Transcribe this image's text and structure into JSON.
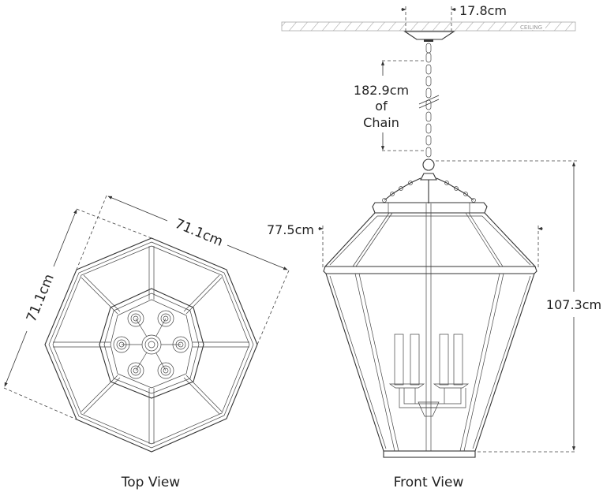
{
  "dimensions": {
    "canopy_width": "17.8cm",
    "ceiling_label": "CEILING",
    "chain_length": "182.9cm",
    "chain_of": "of",
    "chain_word": "Chain",
    "overall_height": "107.3cm",
    "front_width": "77.5cm",
    "top_width_a": "71.1cm",
    "top_width_b": "71.1cm"
  },
  "views": {
    "top_view_label": "Top View",
    "front_view_label": "Front View"
  },
  "colors": {
    "line": "#333333",
    "background": "#ffffff"
  }
}
